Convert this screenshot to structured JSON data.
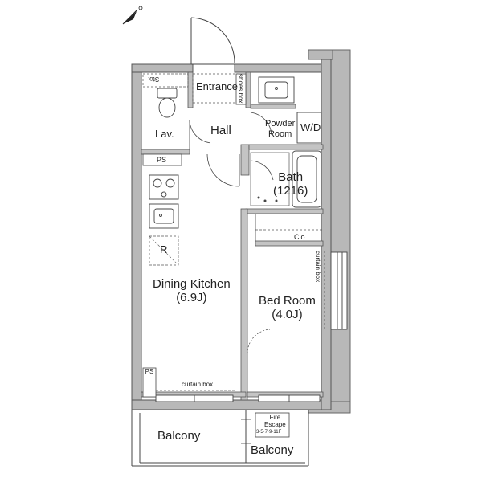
{
  "rooms": {
    "entrance": "Entrance",
    "shoes_box": "shoes box",
    "sto": "Sto.",
    "lav": "Lav.",
    "hall": "Hall",
    "powder_room": "Powder\nRoom",
    "wd": "W/D",
    "ps_top": "PS",
    "ps_bottom": "PS",
    "bath": "Bath\n(1216)",
    "fridge": "R",
    "dining_kitchen": "Dining Kitchen\n(6.9J)",
    "closet": "Clo.",
    "curtain_box_right": "curtain box",
    "bed_room": "Bed Room\n(4.0J)",
    "curtain_box_bottom": "curtain box",
    "fire_escape": "Fire\nEscape",
    "fire_escape_floors": "3·5·7·9·11F",
    "balcony_left": "Balcony",
    "balcony_right": "Balcony"
  },
  "icons": {
    "compass": "north-arrow-icon"
  }
}
